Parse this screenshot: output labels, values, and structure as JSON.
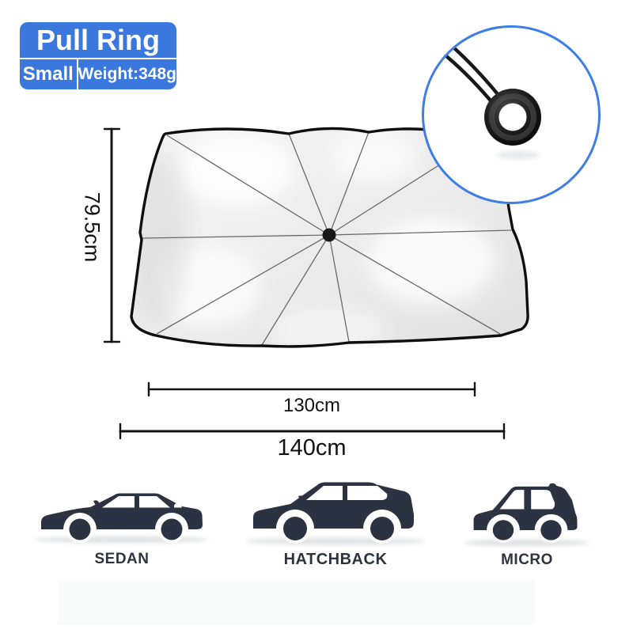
{
  "badge": {
    "title": "Pull Ring",
    "size": "Small",
    "weight": "Weight:348g"
  },
  "dimensions": {
    "height_label": "79.5cm",
    "inner_width_label": "130cm",
    "outer_width_label": "140cm"
  },
  "vehicles": [
    {
      "label": "SEDAN"
    },
    {
      "label": "HATCHBACK"
    },
    {
      "label": "MICRO"
    }
  ],
  "inset": {
    "icon": "pull-ring-icon"
  },
  "colors": {
    "badge_blue": "#3a78de",
    "badge_text": "#ffffff",
    "inset_border": "#3f7ee5",
    "car_fill": "#2b3342",
    "label_text": "#2d3440",
    "dimension_text": "#121212",
    "dimension_line": "#141414"
  }
}
